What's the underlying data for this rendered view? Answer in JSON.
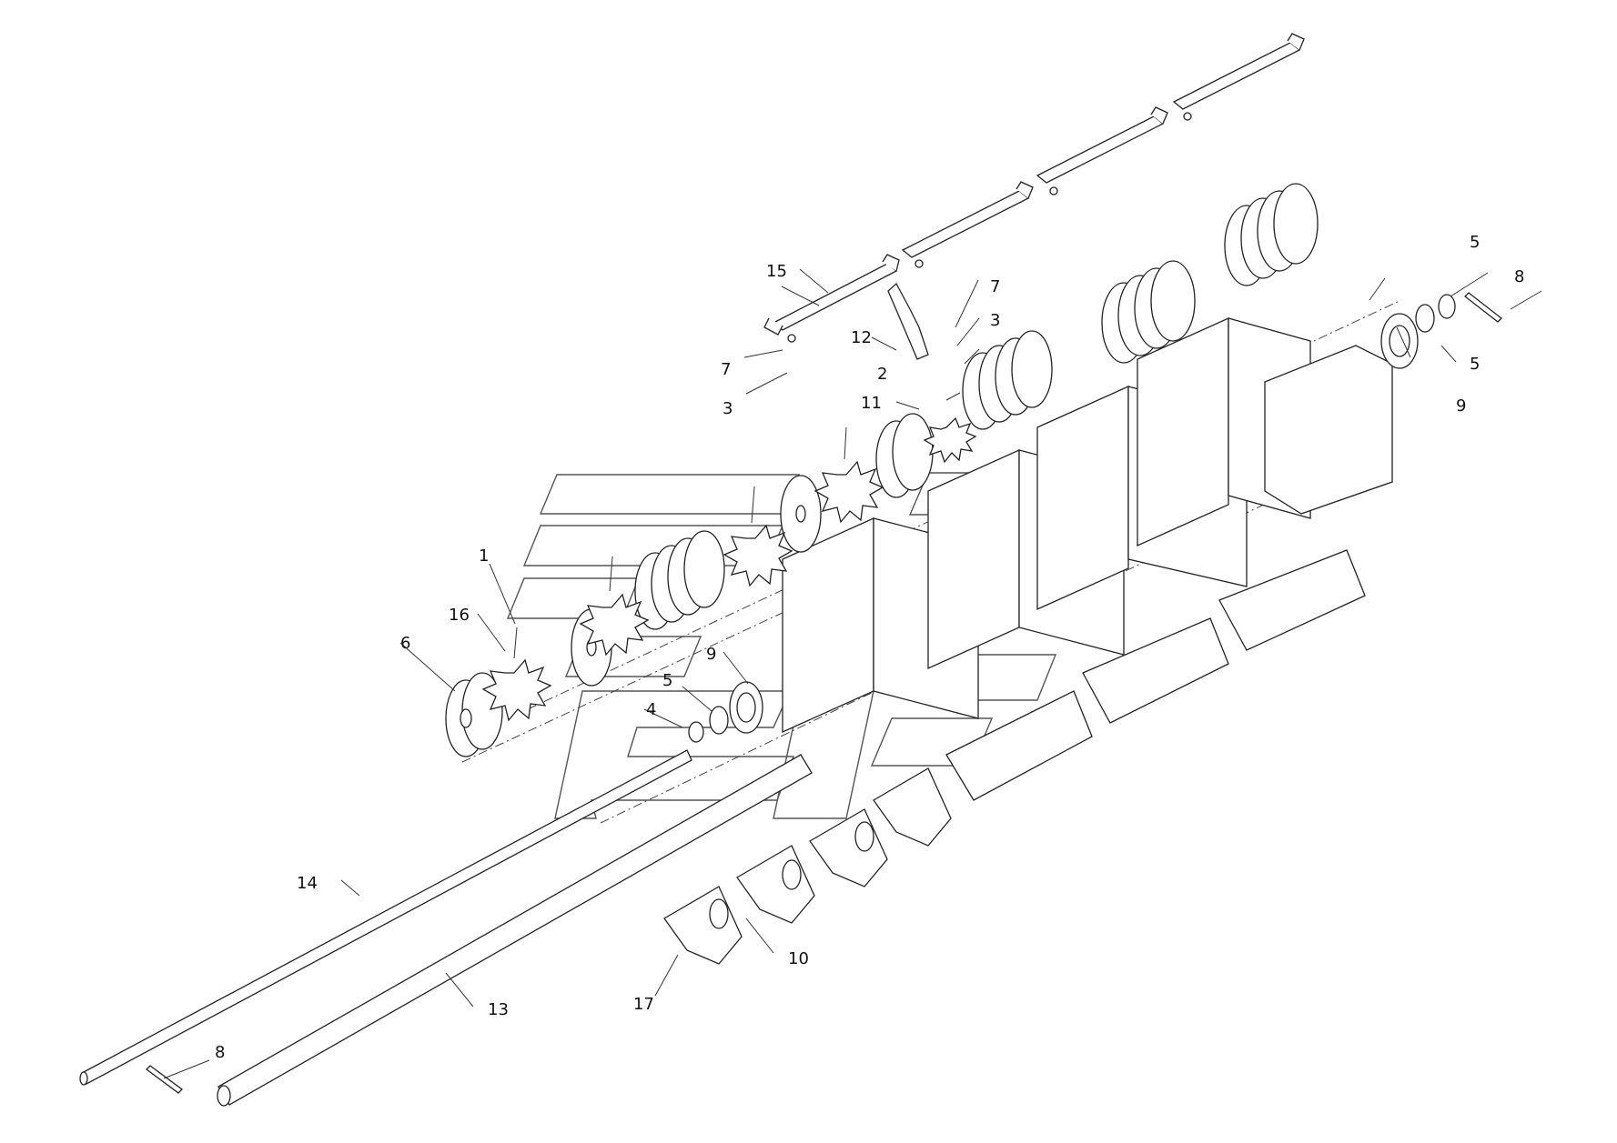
{
  "callouts": [
    {
      "id": "c1",
      "text": "1"
    },
    {
      "id": "c2",
      "text": "2"
    },
    {
      "id": "c3a",
      "text": "3"
    },
    {
      "id": "c3b",
      "text": "3"
    },
    {
      "id": "c4",
      "text": "4"
    },
    {
      "id": "c5a",
      "text": "5"
    },
    {
      "id": "c5b",
      "text": "5"
    },
    {
      "id": "c5c",
      "text": "5"
    },
    {
      "id": "c6",
      "text": "6"
    },
    {
      "id": "c7a",
      "text": "7"
    },
    {
      "id": "c7b",
      "text": "7"
    },
    {
      "id": "c8a",
      "text": "8"
    },
    {
      "id": "c8b",
      "text": "8"
    },
    {
      "id": "c9a",
      "text": "9"
    },
    {
      "id": "c9b",
      "text": "9"
    },
    {
      "id": "c10",
      "text": "10"
    },
    {
      "id": "c11",
      "text": "11"
    },
    {
      "id": "c12",
      "text": "12"
    },
    {
      "id": "c13",
      "text": "13"
    },
    {
      "id": "c14",
      "text": "14"
    },
    {
      "id": "c15",
      "text": "15"
    },
    {
      "id": "c16",
      "text": "16"
    },
    {
      "id": "c17",
      "text": "17"
    }
  ]
}
